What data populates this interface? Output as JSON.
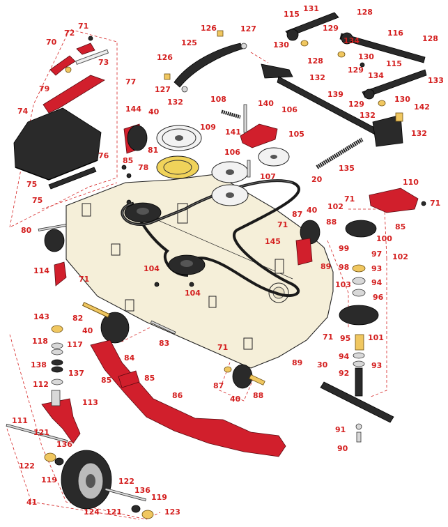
{
  "diagram": {
    "colors": {
      "callout": "#d42020",
      "red_part": "#d11f2c",
      "deck": "#f5efd9",
      "black_part": "#2a2a2a",
      "brass": "#f0c760"
    },
    "callouts": [
      {
        "id": "c71a",
        "text": "71"
      },
      {
        "id": "c72",
        "text": "72"
      },
      {
        "id": "c70",
        "text": "70"
      },
      {
        "id": "c73",
        "text": "73"
      },
      {
        "id": "c79",
        "text": "79"
      },
      {
        "id": "c77",
        "text": "77"
      },
      {
        "id": "c74",
        "text": "74"
      },
      {
        "id": "c76",
        "text": "76"
      },
      {
        "id": "c75a",
        "text": "75"
      },
      {
        "id": "c75b",
        "text": "75"
      },
      {
        "id": "c126a",
        "text": "126"
      },
      {
        "id": "c127a",
        "text": "127"
      },
      {
        "id": "c125",
        "text": "125"
      },
      {
        "id": "c126b",
        "text": "126"
      },
      {
        "id": "c127b",
        "text": "127"
      },
      {
        "id": "c132a",
        "text": "132"
      },
      {
        "id": "c115a",
        "text": "115"
      },
      {
        "id": "c131",
        "text": "131"
      },
      {
        "id": "c128a",
        "text": "128"
      },
      {
        "id": "c116",
        "text": "116"
      },
      {
        "id": "c128b",
        "text": "128"
      },
      {
        "id": "c129a",
        "text": "129"
      },
      {
        "id": "c134a",
        "text": "134"
      },
      {
        "id": "c130a",
        "text": "130"
      },
      {
        "id": "c128c",
        "text": "128"
      },
      {
        "id": "c130b",
        "text": "130"
      },
      {
        "id": "c133",
        "text": "133"
      },
      {
        "id": "c129b",
        "text": "129"
      },
      {
        "id": "c115b",
        "text": "115"
      },
      {
        "id": "c132b",
        "text": "132"
      },
      {
        "id": "c134b",
        "text": "134"
      },
      {
        "id": "c139",
        "text": "139"
      },
      {
        "id": "c130c",
        "text": "130"
      },
      {
        "id": "c129c",
        "text": "129"
      },
      {
        "id": "c142",
        "text": "142"
      },
      {
        "id": "c132c",
        "text": "132"
      },
      {
        "id": "c132d",
        "text": "132"
      },
      {
        "id": "c108",
        "text": "108"
      },
      {
        "id": "c140",
        "text": "140"
      },
      {
        "id": "c106a",
        "text": "106"
      },
      {
        "id": "c109",
        "text": "109"
      },
      {
        "id": "c141",
        "text": "141"
      },
      {
        "id": "c105",
        "text": "105"
      },
      {
        "id": "c106b",
        "text": "106"
      },
      {
        "id": "c107",
        "text": "107"
      },
      {
        "id": "c135",
        "text": "135"
      },
      {
        "id": "c144",
        "text": "144"
      },
      {
        "id": "c40a",
        "text": "40"
      },
      {
        "id": "c81",
        "text": "81"
      },
      {
        "id": "c85a",
        "text": "85"
      },
      {
        "id": "c78",
        "text": "78"
      },
      {
        "id": "c20",
        "text": "20"
      },
      {
        "id": "c110",
        "text": "110"
      },
      {
        "id": "c71b",
        "text": "71"
      },
      {
        "id": "c71c",
        "text": "71"
      },
      {
        "id": "c102a",
        "text": "102"
      },
      {
        "id": "c85b",
        "text": "85"
      },
      {
        "id": "c80",
        "text": "80"
      },
      {
        "id": "c87a",
        "text": "87"
      },
      {
        "id": "c40b",
        "text": "40"
      },
      {
        "id": "c88a",
        "text": "88"
      },
      {
        "id": "c71d",
        "text": "71"
      },
      {
        "id": "c100",
        "text": "100"
      },
      {
        "id": "c145",
        "text": "145"
      },
      {
        "id": "c99",
        "text": "99"
      },
      {
        "id": "c97",
        "text": "97"
      },
      {
        "id": "c89a",
        "text": "89"
      },
      {
        "id": "c98",
        "text": "98"
      },
      {
        "id": "c93a",
        "text": "93"
      },
      {
        "id": "c102b",
        "text": "102"
      },
      {
        "id": "c114",
        "text": "114"
      },
      {
        "id": "c71e",
        "text": "71"
      },
      {
        "id": "c104a",
        "text": "104"
      },
      {
        "id": "c103",
        "text": "103"
      },
      {
        "id": "c94a",
        "text": "94"
      },
      {
        "id": "c96",
        "text": "96"
      },
      {
        "id": "c104b",
        "text": "104"
      },
      {
        "id": "c143",
        "text": "143"
      },
      {
        "id": "c82",
        "text": "82"
      },
      {
        "id": "c40c",
        "text": "40"
      },
      {
        "id": "c71f",
        "text": "71"
      },
      {
        "id": "c95",
        "text": "95"
      },
      {
        "id": "c101",
        "text": "101"
      },
      {
        "id": "c83",
        "text": "83"
      },
      {
        "id": "c118",
        "text": "118"
      },
      {
        "id": "c117",
        "text": "117"
      },
      {
        "id": "c71g",
        "text": "71"
      },
      {
        "id": "c94b",
        "text": "94"
      },
      {
        "id": "c84",
        "text": "84"
      },
      {
        "id": "c89b",
        "text": "89"
      },
      {
        "id": "c93b",
        "text": "93"
      },
      {
        "id": "c138",
        "text": "138"
      },
      {
        "id": "c137",
        "text": "137"
      },
      {
        "id": "c30",
        "text": "30"
      },
      {
        "id": "c85c",
        "text": "85"
      },
      {
        "id": "c85d",
        "text": "85"
      },
      {
        "id": "c92",
        "text": "92"
      },
      {
        "id": "c112",
        "text": "112"
      },
      {
        "id": "c87b",
        "text": "87"
      },
      {
        "id": "c88b",
        "text": "88"
      },
      {
        "id": "c40d",
        "text": "40"
      },
      {
        "id": "c86",
        "text": "86"
      },
      {
        "id": "c113",
        "text": "113"
      },
      {
        "id": "c111",
        "text": "111"
      },
      {
        "id": "c121a",
        "text": "121"
      },
      {
        "id": "c136a",
        "text": "136"
      },
      {
        "id": "c91",
        "text": "91"
      },
      {
        "id": "c90",
        "text": "90"
      },
      {
        "id": "c122a",
        "text": "122"
      },
      {
        "id": "c119a",
        "text": "119"
      },
      {
        "id": "c122b",
        "text": "122"
      },
      {
        "id": "c136b",
        "text": "136"
      },
      {
        "id": "c41",
        "text": "41"
      },
      {
        "id": "c119b",
        "text": "119"
      },
      {
        "id": "c124",
        "text": "124"
      },
      {
        "id": "c121b",
        "text": "121"
      },
      {
        "id": "c123",
        "text": "123"
      }
    ]
  }
}
